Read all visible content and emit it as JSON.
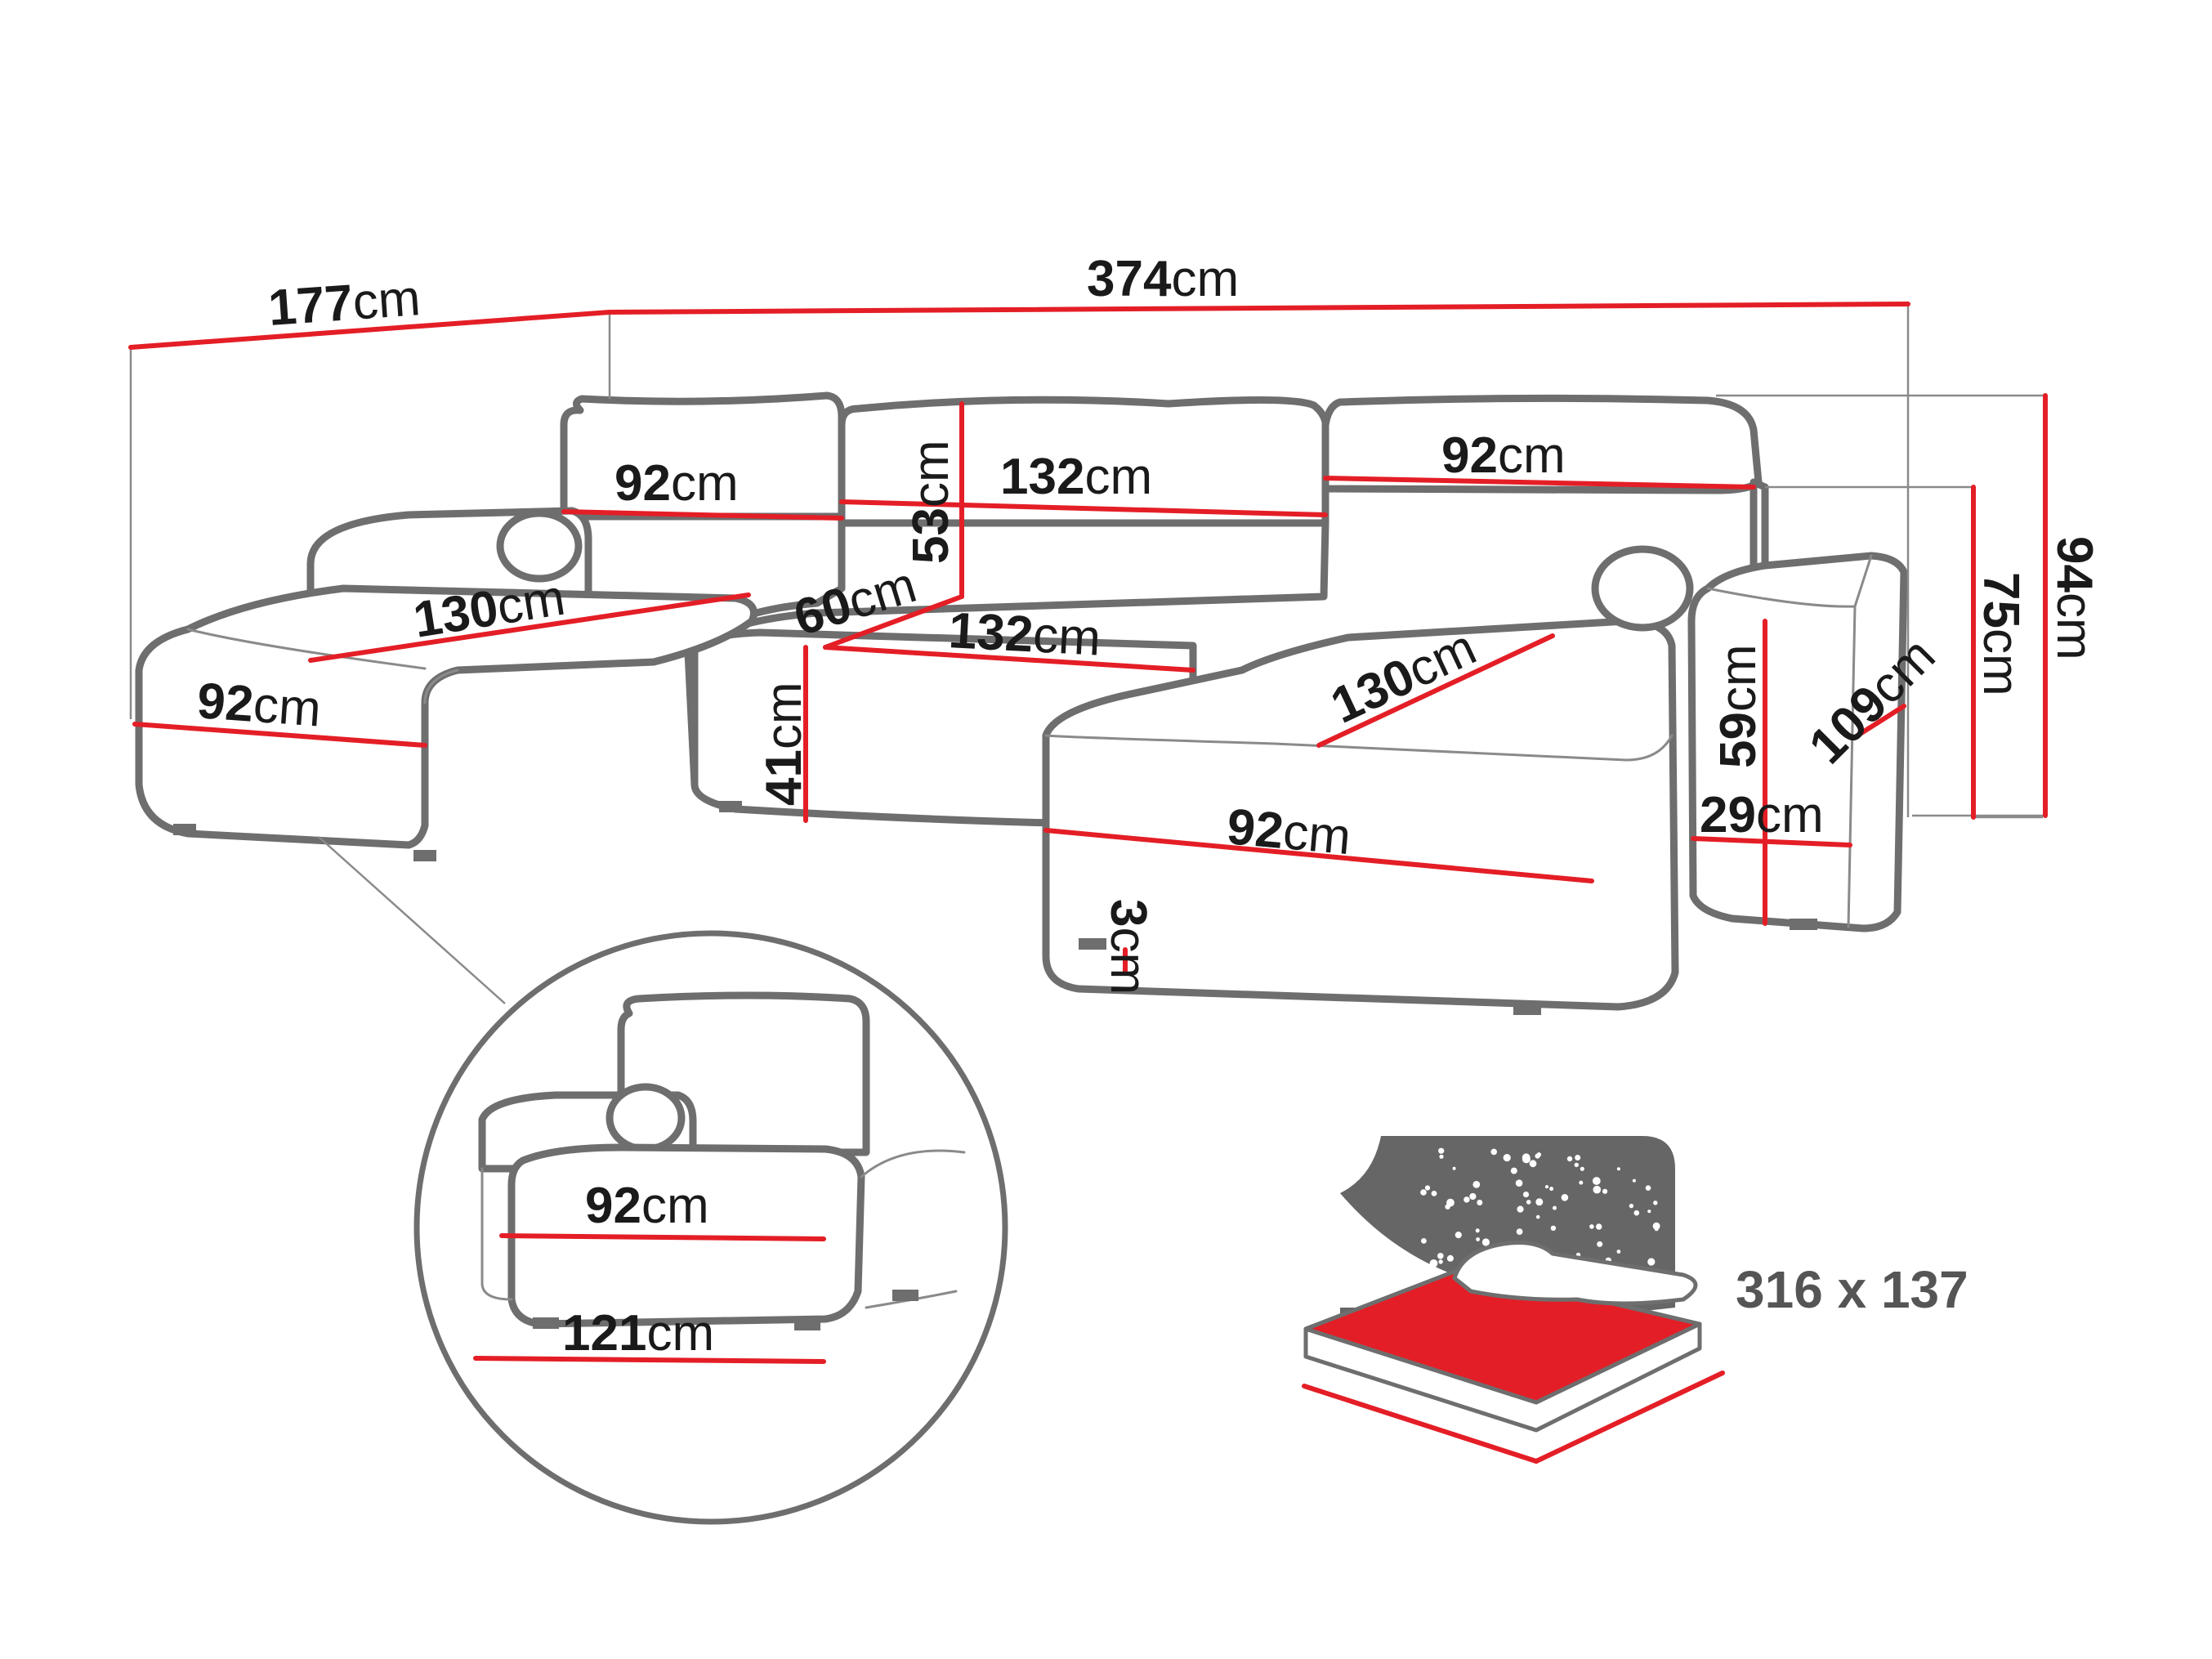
{
  "colors": {
    "dimension": "#e41e26",
    "outline": "#6e6e6e",
    "bed_panel": "#666666",
    "mattress": "#e41e26"
  },
  "unit": "cm",
  "dimensions": {
    "depth_left": "177",
    "total_width": "374",
    "back_left_width": "92",
    "back_mid_width": "132",
    "back_right_width": "92",
    "back_height": "53",
    "seat_depth_mid": "60",
    "seat_width_mid": "132",
    "chaise_left_length": "130",
    "chaise_left_width": "92",
    "seat_height": "41",
    "chaise_right_length": "130",
    "chaise_right_width": "92",
    "leg_height": "3",
    "arm_height": "59",
    "arm_depth": "109",
    "arm_width": "29",
    "height_back_cushion": "75",
    "height_total": "94"
  },
  "detail": {
    "width": "92",
    "length": "121"
  },
  "sleeping_area": "316 x 137"
}
